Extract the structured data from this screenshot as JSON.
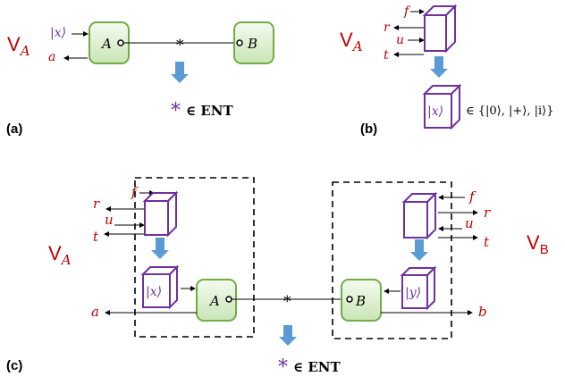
{
  "colors": {
    "red": "#c00000",
    "purple": "#7030a0",
    "box_green_fill": "#e2f0d9",
    "box_green_stroke": "#70ad47",
    "arrow_blue": "#5b9bd5",
    "dashed": "#000000"
  },
  "panel_a": {
    "caption": "(a)",
    "V": "V",
    "V_sub": "A",
    "in_label": "|x⟩",
    "out_label": "a",
    "box_left": "A",
    "box_right": "B",
    "star": "*",
    "result_star": "*",
    "result_text": "∈ ENT"
  },
  "panel_b": {
    "caption": "(b)",
    "V": "V",
    "V_sub": "A",
    "labels": [
      "f",
      "r",
      "u",
      "t"
    ],
    "state_label": "|x⟩",
    "set_text": "∈ {|0⟩, |+⟩, |i⟩}"
  },
  "panel_c": {
    "caption": "(c)",
    "VA": "V",
    "VA_sub": "A",
    "VB": "V",
    "VB_sub": "B",
    "left_labels": [
      "f",
      "r",
      "u",
      "t"
    ],
    "right_labels": [
      "f",
      "r",
      "u",
      "t"
    ],
    "state_left": "|x⟩",
    "state_right": "|y⟩",
    "out_left": "a",
    "out_right": "b",
    "box_left": "A",
    "box_right": "B",
    "star": "*",
    "result_star": "*",
    "result_text": "∈ ENT"
  }
}
